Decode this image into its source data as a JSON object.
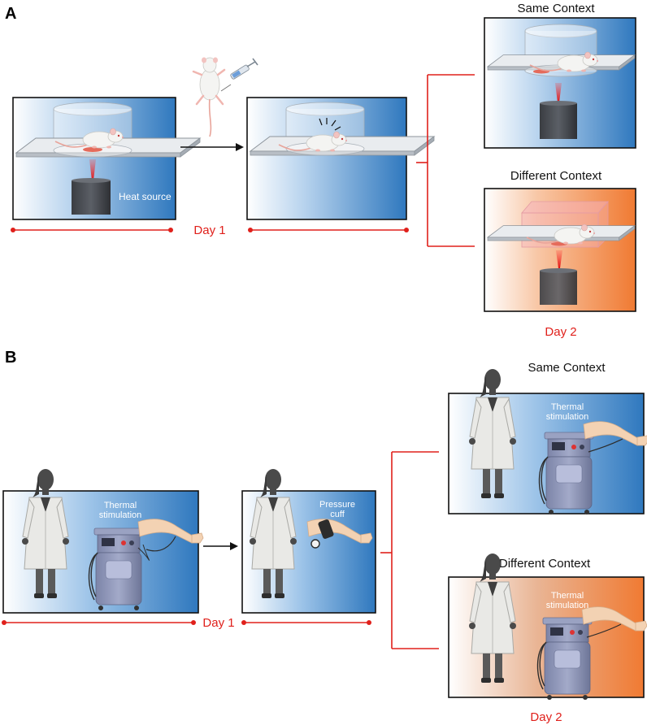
{
  "panel_a": {
    "label": "A",
    "heat_source_label": "Heat source",
    "day1_label": "Day 1",
    "day2_label": "Day 2",
    "same_context_label": "Same Context",
    "different_context_label": "Different Context"
  },
  "panel_b": {
    "label": "B",
    "thermal_label_line1": "Thermal",
    "thermal_label_line2": "stimulation",
    "pressure_label_line1": "Pressure",
    "pressure_label_line2": "cuff",
    "day1_label": "Day 1",
    "day2_label": "Day 2",
    "same_context_label": "Same Context",
    "different_context_label": "Different Context"
  },
  "colors": {
    "blue_context": "#2f78be",
    "orange_context": "#f07a32",
    "timeline_red": "#e0201b",
    "heat_beam": "#e02020",
    "figure_gray": "#4a4a4a"
  }
}
